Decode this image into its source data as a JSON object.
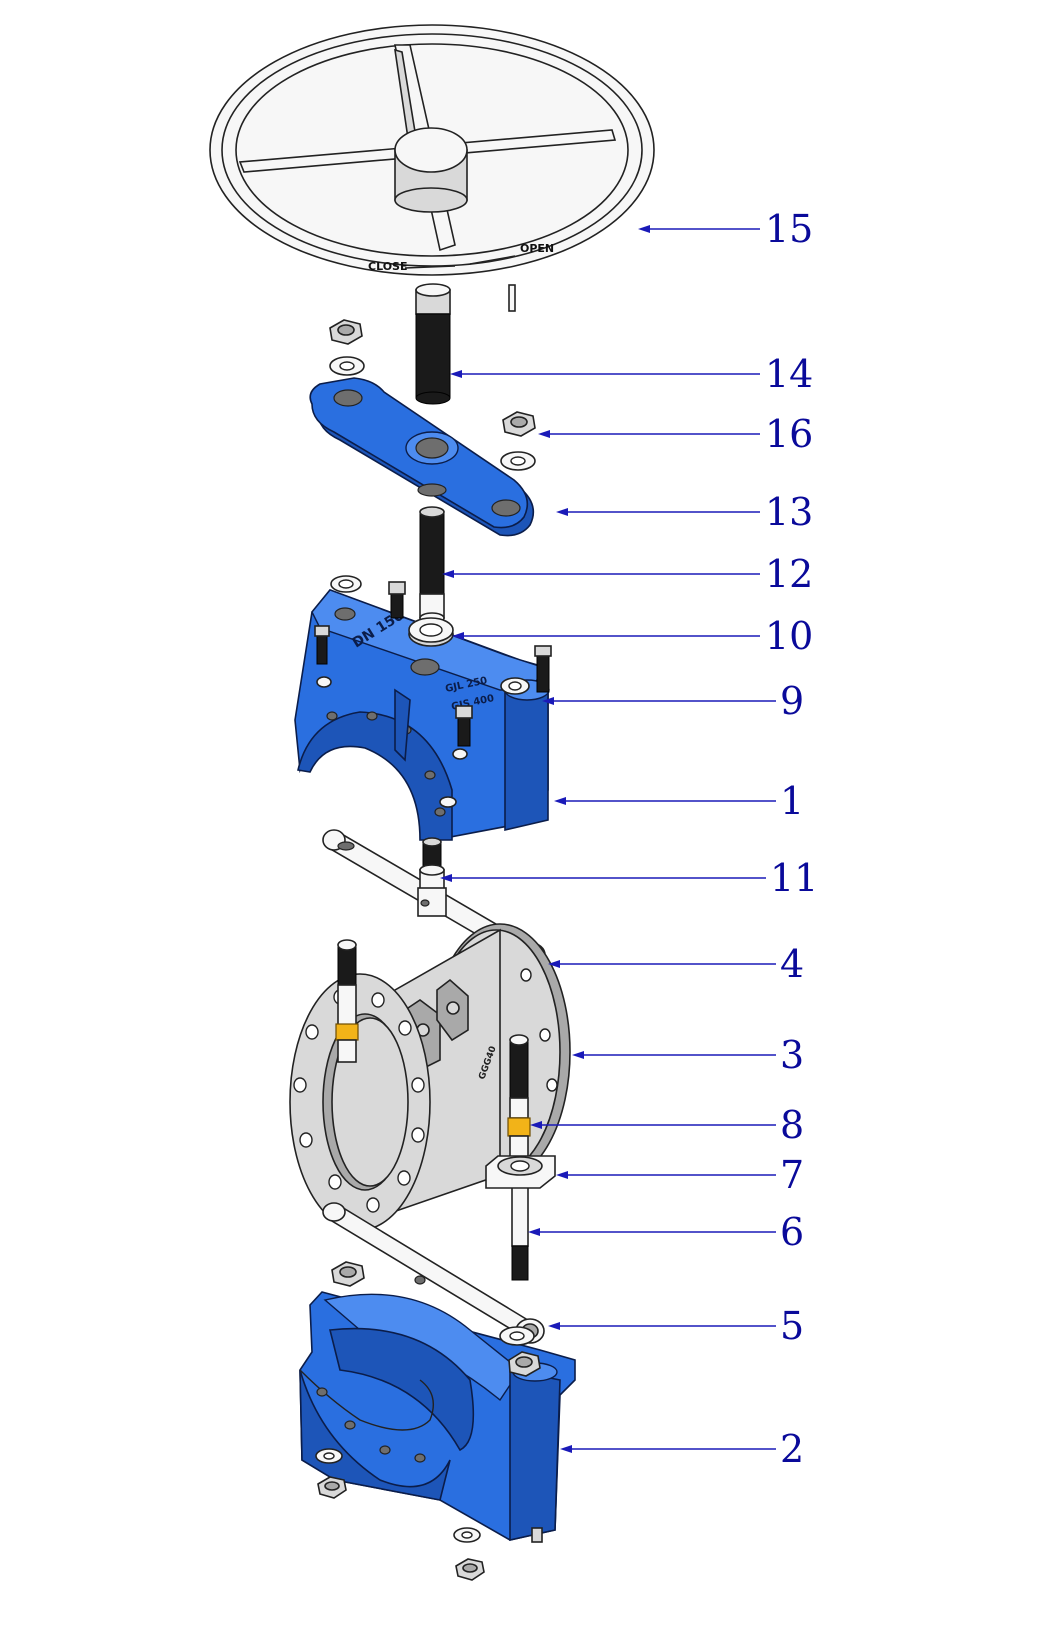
{
  "callouts": [
    {
      "num": "15",
      "part": "handwheel"
    },
    {
      "num": "14",
      "part": "threaded-stem"
    },
    {
      "num": "16",
      "part": "hex-nut"
    },
    {
      "num": "13",
      "part": "yoke-bridge"
    },
    {
      "num": "12",
      "part": "upper-stem"
    },
    {
      "num": "10",
      "part": "stem-bushing"
    },
    {
      "num": "9",
      "part": "stud-bolt"
    },
    {
      "num": "1",
      "part": "upper-clamp-housing"
    },
    {
      "num": "11",
      "part": "stem-coupling"
    },
    {
      "num": "4",
      "part": "upper-cross-pin"
    },
    {
      "num": "3",
      "part": "flanged-body"
    },
    {
      "num": "8",
      "part": "guide-rod-sleeve"
    },
    {
      "num": "7",
      "part": "guide-block"
    },
    {
      "num": "6",
      "part": "guide-rod"
    },
    {
      "num": "5",
      "part": "lower-cross-pin"
    },
    {
      "num": "2",
      "part": "lower-clamp-housing"
    }
  ],
  "markings": {
    "housing_dn": "DN 150",
    "housing_grade_1": "GJL 250",
    "housing_grade_2": "GJS 400",
    "handwheel_open": "OPEN",
    "handwheel_close": "CLOSE",
    "body_mark": "GGG40"
  },
  "colors": {
    "casting_blue": "#2a6fe0",
    "leader_blue": "#1a1ab8",
    "steel": "#d9d9d9",
    "thread": "#1a1a1a",
    "brass_ring": "#f2b318"
  }
}
